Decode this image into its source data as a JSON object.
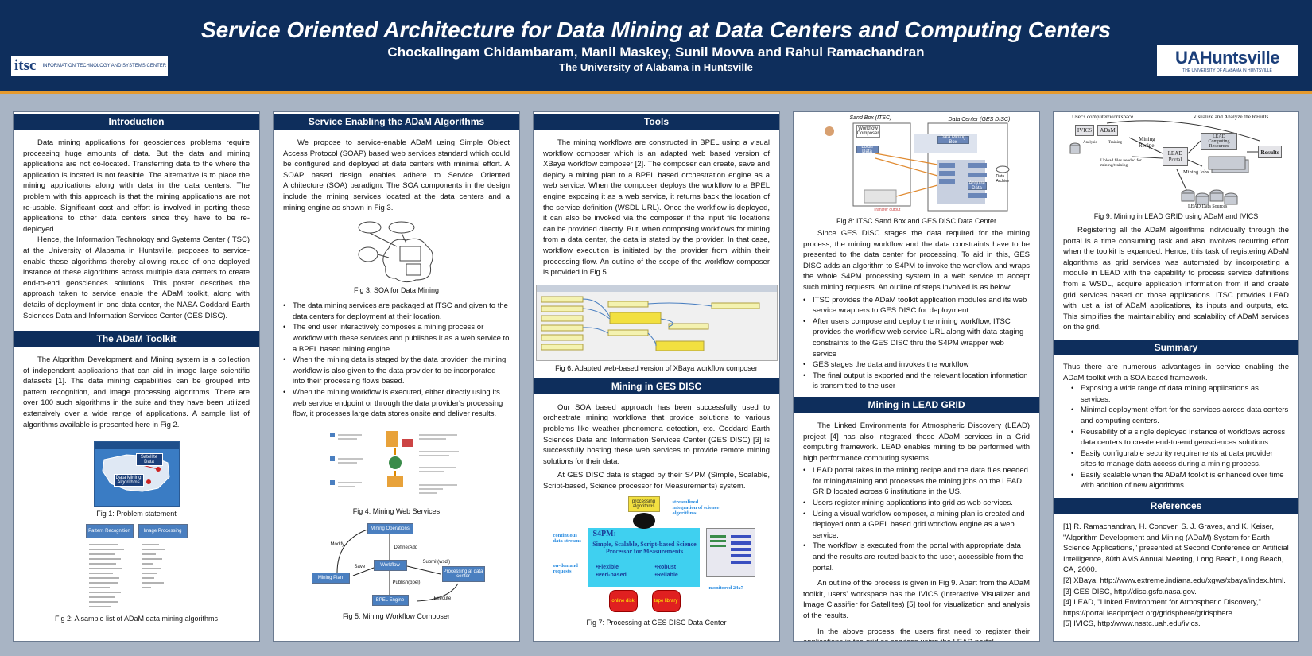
{
  "header": {
    "title": "Service Oriented Architecture for Data Mining at Data Centers and Computing Centers",
    "authors": "Chockalingam Chidambaram, Manil Maskey, Sunil Movva and Rahul Ramachandran",
    "affiliation": "The University of Alabama in Huntsville",
    "logo_left": {
      "mark": "itsc",
      "sub": "INFORMATION TECHNOLOGY AND SYSTEMS CENTER"
    },
    "logo_right": {
      "mark": "UAHuntsville",
      "sub": "THE UNIVERSITY OF ALABAMA IN HUNTSVILLE"
    }
  },
  "col1": {
    "intro_heading": "Introduction",
    "intro_p1": "Data mining applications for geosciences problems require processing huge amounts of data. But the data and mining applications are not co-located. Transferring data to the where the application is located is not feasible. The alternative is to place the mining applications along with data in the data centers. The problem with this approach is that the mining applications are not re-usable. Significant cost and effort is involved in porting these applications to other data centers since they have to be re-deployed.",
    "intro_p2": "Hence, the Information Technology and Systems Center (ITSC) at the University of Alabama in Huntsville, proposes to service-enable these algorithms thereby allowing reuse of one deployed instance of these algorithms across multiple data centers to create end-to-end geosciences solutions. This poster describes the approach taken to service enable the ADaM toolkit, along with details of deployment in one data center, the NASA Goddard Earth Sciences Data and Information Services Center (GES DISC).",
    "adam_heading": "The ADaM Toolkit",
    "adam_p1": "The Algorithm Development and Mining system is a collection of independent applications that can aid in image large scientific datasets [1]. The data mining capabilities can be grouped into pattern recognition, and image processing algorithms. There are over 100 such algorithms in the suite and they have been utilized extensively over a wide range of applications. A sample list of algorithms available is presented here in Fig 2.",
    "fig1_labels": [
      "Satellite Data",
      "Data Mining Algorithms"
    ],
    "fig1_caption": "Fig 1: Problem statement",
    "fig2_headers": [
      "Pattern Recognition",
      "Image Processing"
    ],
    "fig2_caption": "Fig 2: A sample list of ADaM data mining algorithms"
  },
  "col2": {
    "heading": "Service Enabling the ADaM Algorithms",
    "p1": "We propose to service-enable ADaM using Simple Object Access Protocol (SOAP) based web services standard which could be configured and deployed at data centers with minimal effort. A SOAP based design enables adhere to Service Oriented Architecture (SOA) paradigm. The SOA components in the design include the mining services located at the data centers and a mining engine as shown in Fig 3.",
    "fig3_caption": "Fig 3: SOA for Data Mining",
    "bullets": [
      "The data mining services are packaged at ITSC and given to the data centers for deployment at their location.",
      "The end user interactively composes a mining process or workflow with these services and publishes it as a web service to a BPEL based mining engine.",
      "When the mining data is staged by the data provider, the mining workflow is also given to the data provider to be incorporated into their processing flows based.",
      "When the mining workflow is executed, either directly using its web service endpoint or through the data provider's processing flow, it processes large data stores onsite and deliver results."
    ],
    "fig4_caption": "Fig 4: Mining Web Services",
    "fig5_labels": {
      "ops": "Mining Operations",
      "workflow": "Workflow",
      "plan": "Mining Plan",
      "bpel": "BPEL Engine",
      "proc": "Processing at data center",
      "modify": "Modify",
      "define": "Define/Add",
      "save": "Save",
      "submit": "Submit(wsdl)",
      "publish": "Publish(bpel)",
      "execute": "Execute"
    },
    "fig5_caption": "Fig 5: Mining Workflow Composer"
  },
  "col3": {
    "heading": "Tools",
    "p1": "The mining workflows are constructed in BPEL using a visual workflow composer which is an adapted web based version of XBaya workflow composer [2]. The composer can create, save and deploy a mining plan to a BPEL based orchestration engine as a web service. When the composer deploys the workflow to a BPEL engine exposing it as a web service, it returns back the location of the service definition (WSDL URL). Once the workflow is deployed, it can also be invoked via the composer if the input file locations can be provided directly. But, when composing workflows for mining from a data center, the data is stated by the provider. In that case, workflow execution is initiated by the provider from within their processing flow. An outline of the scope of the workflow composer is provided in Fig 5.",
    "fig6_caption": "Fig 6: Adapted web-based version of XBaya workflow composer",
    "ges_heading": "Mining in GES DISC",
    "ges_p1": "Our SOA based approach has been successfully used to orchestrate mining workflows that provide solutions to various problems like weather phenomena detection, etc. Goddard Earth Sciences Data and Information Services Center (GES DISC) [3] is successfully hosting these web services to provide remote mining solutions for their data.",
    "ges_p2": "At GES DISC data is staged by their S4PM (Simple, Scalable, Script-based, Science processor for Measurements) system.",
    "fig7_labels": {
      "algo": "processing algorithms",
      "stream": "streamlined integration of science algorithms",
      "cont": "continuous data streams",
      "s4pm": "S4PM:",
      "s4pm_sub": "Simple, Scalable, Script-based Science Processor for Measurements",
      "ondemand": "on-demand requests",
      "flex": "•Flexible",
      "perl": "•Perl-based",
      "robust": "•Robust",
      "reliable": "•Reliable",
      "online": "online disk",
      "tape": "tape library",
      "monitored": "monitored 24x7"
    },
    "fig7_caption": "Fig 7: Processing at GES DISC Data Center"
  },
  "col4": {
    "fig8_labels": {
      "sandbox": "Sand Box (ITSC)",
      "datacenter": "Data Center (GES DISC)",
      "composer": "Workflow Composer",
      "local": "Local Data",
      "dms": "Data Mining Box",
      "acquire": "Acquire Data",
      "archive": "Data Archive",
      "transfer": "Transfer output"
    },
    "fig8_caption": "Fig 8: ITSC Sand Box and GES DISC Data Center",
    "p1": "Since GES DISC stages the data required for the mining process, the mining workflow and the data constraints have to be presented to the data center for processing. To aid in this, GES DISC adds an algorithm to S4PM to invoke the workflow and wraps the whole S4PM processing system in a web service to accept such mining requests. An outline of steps involved is as below:",
    "bullets1": [
      "ITSC provides the ADaM toolkit application modules and its web service wrappers to GES DISC for deployment",
      "After users compose and deploy the mining workflow, ITSC provides the workflow web service URL along with data staging constraints to the GES DISC thru the S4PM wrapper web service",
      "GES stages the data and invokes the workflow",
      "The final output is exported and the relevant location information is transmitted to the user"
    ],
    "lead_heading": "Mining in LEAD GRID",
    "lead_p1": "The Linked Environments for Atmospheric Discovery (LEAD) project [4] has also integrated these ADaM services in a Grid computing framework. LEAD enables mining to be performed with high performance computing systems.",
    "bullets2": [
      "LEAD portal takes in the mining recipe and the data files needed for mining/training and processes the mining jobs on the LEAD GRID located across 6 institutions in the US.",
      "Users register mining applications into grid as web services.",
      "Using a visual workflow composer, a mining plan is created and deployed onto a GPEL based grid workflow engine as a web service.",
      "The workflow is executed from the portal with appropriate data and the results are routed back to the user, accessible from the portal."
    ],
    "p2": "An outline of the process is given in Fig 9. Apart from the ADaM toolkit, users' workspace has the IVICS (Interactive Visualizer and Image Classifier for Satellites) [5] tool for visualization and analysis of the results.",
    "p3": "In the above process, the users first need to register their applications in the grid as services using the LEAD portal."
  },
  "col5": {
    "fig9_labels": {
      "workspace": "User's computer/workspace",
      "visualize": "Visualize and Analyze the Results",
      "ivics": "IVICS",
      "adam": "ADaM",
      "analysis": "Analysis",
      "training": "Training",
      "recipe": "Mining Recipe",
      "upload": "Upload files needed for mining/training",
      "portal": "LEAD Portal",
      "compute": "LEAD Computing Resources",
      "jobs": "Mining Jobs",
      "results": "Results",
      "sources": "LEAD Data Sources"
    },
    "fig9_caption": "Fig 9: Mining in LEAD GRID using ADaM and IVICS",
    "p1": "Registering all the ADaM algorithms individually through the portal is a time consuming task and also involves recurring effort when the toolkit is expanded. Hence, this task of registering ADaM algorithms as grid services was automated by incorporating a module in LEAD with the capability to process service definitions from a WSDL, acquire application information from it and create grid services based on those applications. ITSC provides LEAD with just a list of ADaM applications, its inputs and outputs, etc. This simplifies the maintainability and scalability of ADaM services on the grid.",
    "summary_heading": "Summary",
    "summary_intro": "Thus there are numerous advantages in service enabling the ADaM toolkit with a SOA based framework.",
    "summary_bullets": [
      "Exposing a wide range of data mining applications as services.",
      "Minimal deployment effort for the services across data centers and computing centers.",
      "Reusability of a single deployed instance of workflows across data centers to create end-to-end geosciences solutions.",
      "Easily configurable security requirements at data provider sites to manage data access during a mining process.",
      "Easily scalable when the ADaM toolkit is enhanced over time with addition of new algorithms."
    ],
    "refs_heading": "References",
    "refs": [
      "[1] R. Ramachandran, H. Conover, S. J. Graves, and K. Keiser, \"Algorithm Development and Mining (ADaM) System for Earth Science Applications,\" presented at Second Conference on Artificial Intelligence, 80th AMS Annual Meeting, Long Beach, Long Beach, CA, 2000.",
      "[2] XBaya, http://www.extreme.indiana.edu/xgws/xbaya/index.html.",
      "[3] GES DISC, http://disc.gsfc.nasa.gov.",
      "[4] LEAD, \"Linked Environment for Atmospheric Discovery,\" https://portal.leadproject.org/gridsphere/gridsphere.",
      "[5] IVICS, http://www.nsstc.uah.edu/ivics."
    ]
  }
}
